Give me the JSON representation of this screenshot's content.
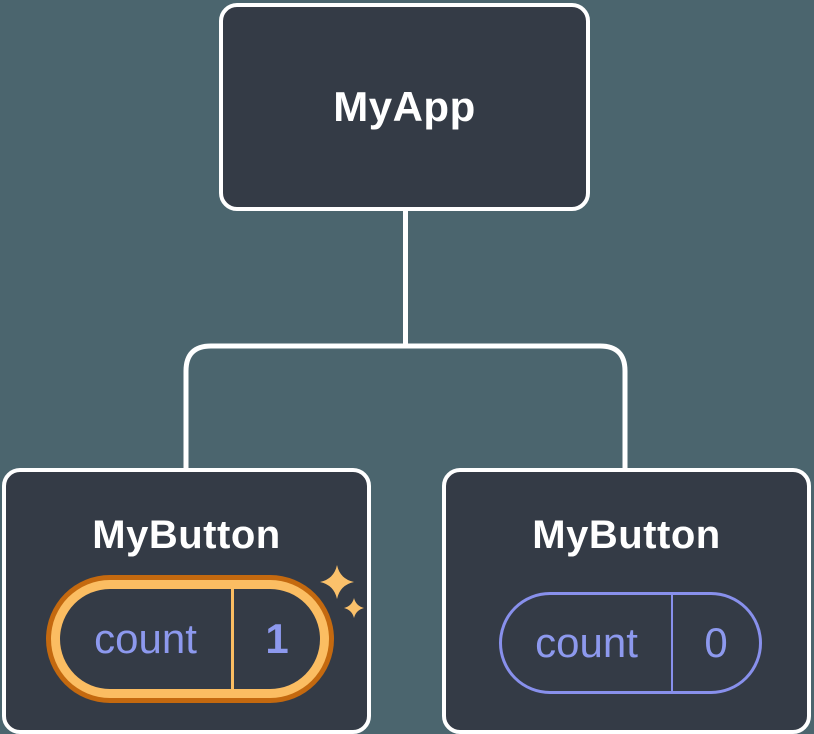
{
  "tree": {
    "root": {
      "label": "MyApp"
    },
    "children": [
      {
        "label": "MyButton",
        "state": {
          "name": "count",
          "value": "1"
        },
        "highlighted": true
      },
      {
        "label": "MyButton",
        "state": {
          "name": "count",
          "value": "0"
        },
        "highlighted": false
      }
    ]
  },
  "colors": {
    "background": "#4B656E",
    "node_fill": "#343B46",
    "node_border": "#FFFFFF",
    "connector": "#FFFFFF",
    "highlight_ring_outer": "#C4690F",
    "highlight_ring_inner": "#FBBD62",
    "sparkle": "#FBC16B",
    "state_text": "#8D99EE",
    "state_pill_border": "#8890EC"
  },
  "icons": {
    "sparkles": "sparkles-icon"
  }
}
